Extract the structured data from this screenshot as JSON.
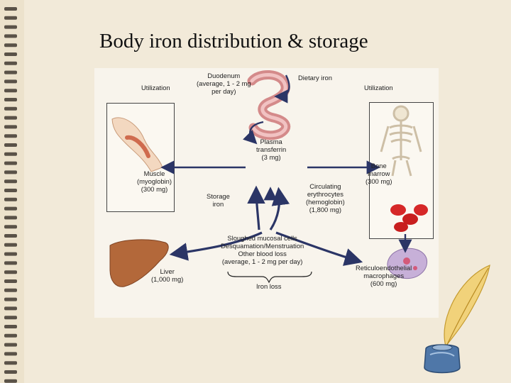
{
  "slide": {
    "title": "Body iron distribution & storage"
  },
  "diagram": {
    "utilization_left": "Utilization",
    "utilization_right": "Utilization",
    "duodenum": "Duodenum\n(average, 1 - 2 mg\nper day)",
    "dietary_iron": "Dietary iron",
    "plasma_transferrin": "Plasma\ntransferrin\n(3 mg)",
    "muscle": "Muscle\n(myoglobin)\n(300 mg)",
    "bone_marrow": "Bone\nmarrow\n(300 mg)",
    "storage_iron": "Storage\niron",
    "circulating_erythrocytes": "Circulating\nerythrocytes\n(hemoglobin)\n(1,800 mg)",
    "losses": "Sloughed mucosal cells\nDesquamation/Menstruation\nOther blood loss\n(average, 1 - 2 mg per day)",
    "iron_loss": "Iron loss",
    "liver": "Liver\n(1,000 mg)",
    "macrophages": "Reticuloendothelial\nmacrophages\n(600 mg)"
  },
  "colors": {
    "paper": "#f2ead9",
    "arrow": "#2b3566",
    "organ_pink": "#e3a0a0",
    "liver": "#b3683a",
    "rbc": "#d62828",
    "macrophage": "#b59ac9"
  },
  "icons": [
    "spiral-binding",
    "arm-muscle-icon",
    "skeleton-icon",
    "intestine-icon",
    "liver-icon",
    "red-blood-cell-icon",
    "macrophage-icon",
    "quill-pen-icon",
    "inkwell-icon"
  ]
}
